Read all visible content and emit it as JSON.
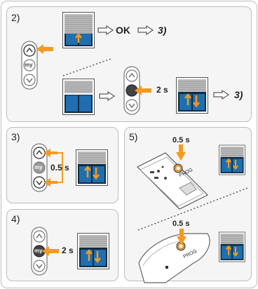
{
  "steps": {
    "s2": {
      "number": "2)",
      "ok_label": "OK",
      "goto_label": "3)",
      "duration_label": "2 s",
      "goto_label_b": "3)",
      "remote_up_button_icon": "chevron-up-icon",
      "remote_my_button_label": "my",
      "remote_down_button_icon": "chevron-down-icon"
    },
    "s3": {
      "number": "3)",
      "my_label": "my",
      "duration_label": "0.5 s"
    },
    "s4": {
      "number": "4)",
      "my_label": "my",
      "duration_label": "2 s"
    },
    "s5": {
      "number": "5)",
      "duration_top": "0.5 s",
      "prog_top": "PROG",
      "duration_bottom": "0.5 s",
      "prog_bottom": "PROG"
    }
  },
  "colors": {
    "accent_orange": "#f39a1f",
    "panel_bg": "#f5f5f5",
    "panel_border": "#bdbdbd",
    "window_blue": "#1f6fb0",
    "window_dark": "#0f2b3d",
    "blind_grey": "#9a9a9a"
  }
}
